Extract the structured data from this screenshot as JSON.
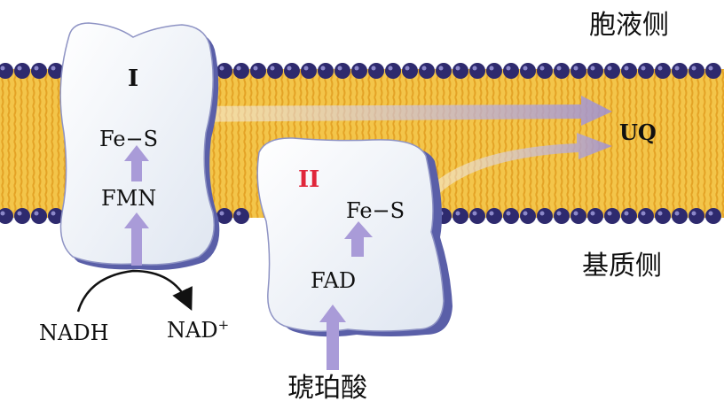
{
  "labels": {
    "cytosol_side": "胞液侧",
    "matrix_side": "基质侧",
    "complex1": "I",
    "complex2": "II",
    "fes1": "Fe−S",
    "fmn": "FMN",
    "fes2": "Fe−S",
    "fad": "FAD",
    "uq": "UQ",
    "nadh": "NADH",
    "nad_plus": "NAD",
    "nad_sup": "+",
    "succinate": "琥珀酸"
  },
  "colors": {
    "membrane": "#f3c54a",
    "membrane_dark": "#e4a521",
    "head_group": "#2e2a6e",
    "protein": "#f4f7fb",
    "protein_shadow": "#5a5fa8",
    "arrow": "#a99bd8",
    "complex2_label": "#e0263a"
  }
}
